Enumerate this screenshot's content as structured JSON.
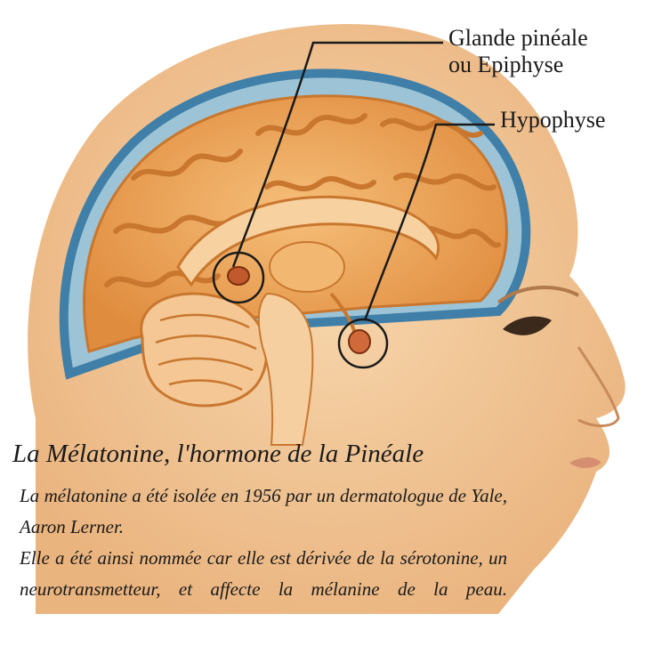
{
  "labels": {
    "pineal_line1": "Glande pinéale",
    "pineal_line2": "ou Epiphyse",
    "hypophysis": "Hypophyse"
  },
  "caption": {
    "title": "La Mélatonine, l'hormone de la Pinéale",
    "paragraph1": "La mélatonine a été isolée en 1956 par un dermatologue de Yale, Aaron Lerner.",
    "paragraph2": "Elle a été ainsi nommée car elle est dérivée de la sérotonine, un neurotransmetteur, et affecte la mélanine de la peau."
  },
  "colors": {
    "skin": "#f3c99a",
    "skin_shadow": "#e3ac76",
    "brain": "#f0a75a",
    "brain_fold": "#c9772f",
    "meninges_blue": "#3f7fa8",
    "outline": "#1a1a1a"
  }
}
